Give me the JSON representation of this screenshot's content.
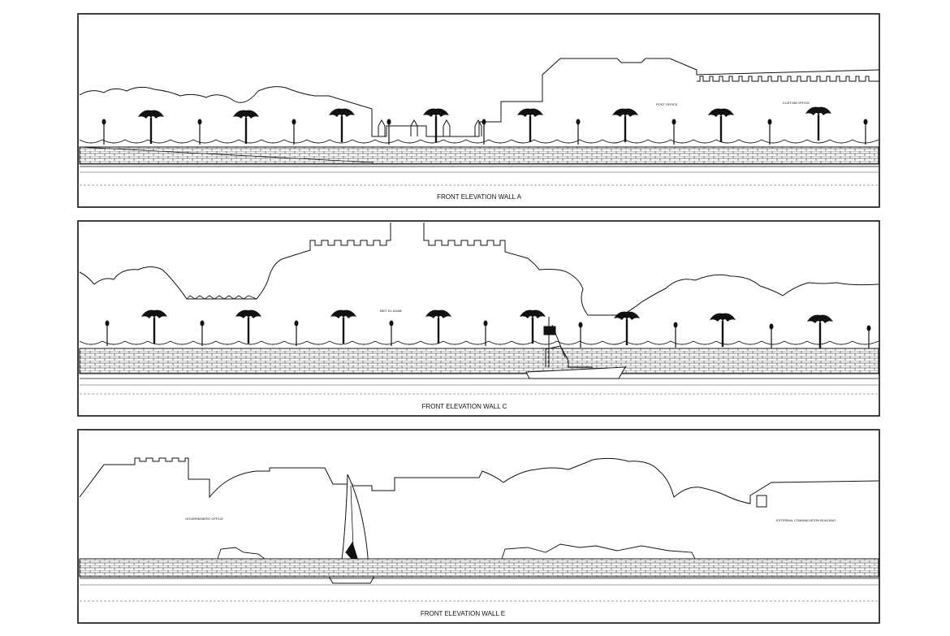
{
  "panels": [
    {
      "id": "wall-a",
      "title": "FRONT ELEVATION  WALL   A",
      "labels": [
        "POST OFFICE",
        "CUSTOM  OFFICE"
      ]
    },
    {
      "id": "wall-c",
      "title": "FRONT  ELEVATION  WALL   C",
      "labels": [
        "BEIT  EL  AJAIB"
      ]
    },
    {
      "id": "wall-e",
      "title": "FRONT  ELEVATION  WALL   E",
      "labels": [
        "GOVERNEMENT  OFFICE",
        "EXTERNAL  COMUNICATION  BUILDING"
      ]
    }
  ],
  "colors": {
    "ink": "#111111",
    "paper": "#ffffff"
  }
}
